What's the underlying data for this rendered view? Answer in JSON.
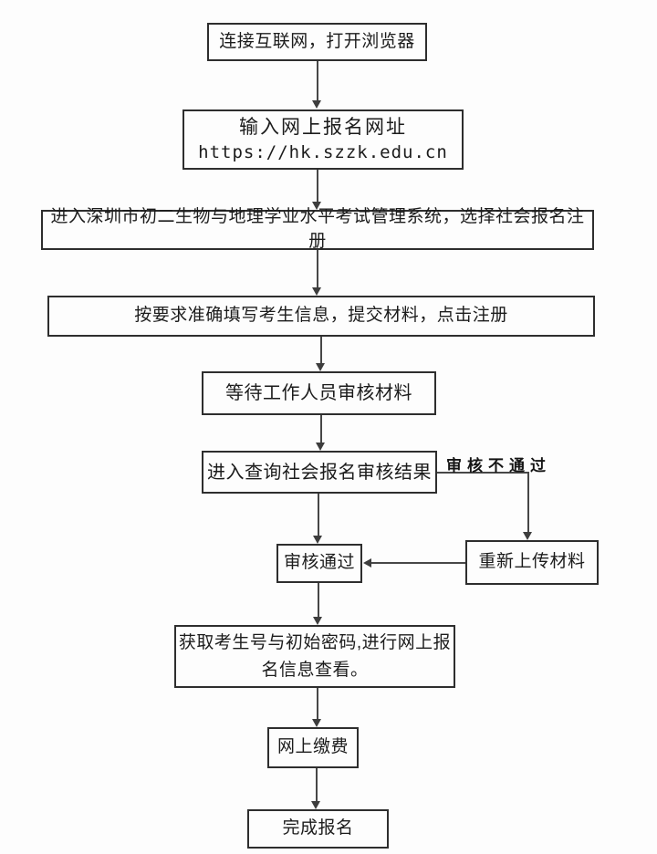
{
  "flowchart": {
    "nodes": [
      {
        "label": "连接互联网，打开浏览器"
      },
      {
        "label": "输入网上报名网址",
        "url": "https://hk.szzk.edu.cn"
      },
      {
        "label": "进入深圳市初二生物与地理学业水平考试管理系统，选择社会报名注册"
      },
      {
        "label": "按要求准确填写考生信息，提交材料，点击注册"
      },
      {
        "label": "等待工作人员审核材料"
      },
      {
        "label": "进入查询社会报名审核结果"
      },
      {
        "label": "审核通过"
      },
      {
        "label": "重新上传材料"
      },
      {
        "label": "获取考生号与初始密码,进行网上报名信息查看。"
      },
      {
        "label": "网上缴费"
      },
      {
        "label": "完成报名"
      }
    ],
    "edge_labels": {
      "audit_fail": "审核不通过"
    },
    "colors": {
      "background": "#fdfdfd",
      "box_border": "#2e2e2e",
      "line": "#474747",
      "text": "#1c1c1c"
    }
  }
}
